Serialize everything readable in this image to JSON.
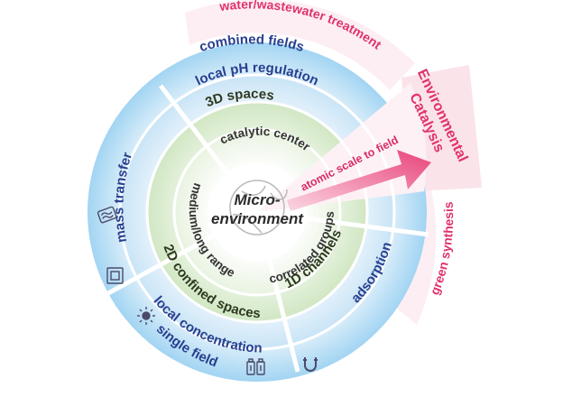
{
  "diagram": {
    "center": {
      "line1": "Micro-",
      "line2": "environment"
    },
    "inner_ring": {
      "catalytic_center": "catalytic center",
      "medium_long_range": "medium/long range",
      "correlated_groups": "correlated groups"
    },
    "middle_ring": {
      "spaces_3d": "3D spaces",
      "confined_2d": "2D confined spaces",
      "channels_1d": "1D channels"
    },
    "outer_blue_ring": {
      "local_ph": "local pH regulation",
      "adsorption": "adsorption",
      "local_concentration": "local concentration"
    },
    "outermost_ring": {
      "combined_fields": "combined fields",
      "mass_transfer": "mass transfer",
      "single_field": "single field"
    },
    "pink_sector": {
      "arrow_label": "atomic scale to field",
      "target_line1": "Environmental",
      "target_line2": "Catalysis",
      "water_treatment": "water/wastewater treatment",
      "green_synthesis": "green synthesis"
    },
    "colors": {
      "blue_ring": "#c9e6f7",
      "blue_edge": "#92cbee",
      "green_ring": "#dcecd1",
      "pink": "#e0336c",
      "pink_light": "#fbe3ea"
    },
    "icons": [
      "wave-tag-icon",
      "window-frame-icon",
      "sun-icon",
      "battery-icon",
      "magnet-icon",
      "leaf-globe-icon"
    ]
  }
}
